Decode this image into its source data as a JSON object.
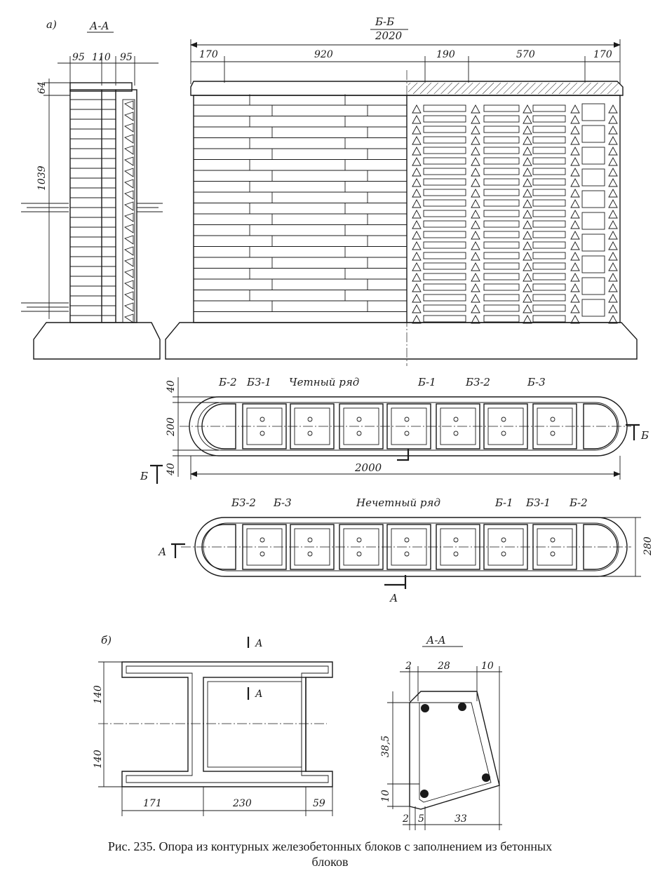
{
  "part_a": {
    "label": "a)",
    "section_aa": {
      "title": "А-А",
      "dims": {
        "w1": "95",
        "w2": "110",
        "w3": "95",
        "top": "64",
        "height": "1039"
      }
    },
    "section_bb": {
      "title": "Б-Б",
      "length": "2020",
      "dims": {
        "d1": "170",
        "d2": "920",
        "d3": "190",
        "d4": "570",
        "d5": "170"
      }
    },
    "even_row": {
      "title": "Четный ряд",
      "blocks": [
        "Б-2",
        "БЗ-1",
        "Б-1",
        "БЗ-2",
        "Б-3"
      ],
      "dims": {
        "top": "40",
        "middle": "200",
        "bottom": "40",
        "length": "2000"
      },
      "cut_marks": {
        "left": "Б",
        "right": "Б"
      }
    },
    "odd_row": {
      "title": "Нечетный ряд",
      "blocks_left": [
        "БЗ-2",
        "Б-3"
      ],
      "blocks_right": [
        "Б-1",
        "БЗ-1",
        "Б-2"
      ],
      "dims": {
        "height": "280"
      },
      "cut_marks": {
        "left": "А",
        "bottom": "А"
      }
    }
  },
  "part_b": {
    "label": "б)",
    "plan": {
      "cut_mark": "А",
      "dims": {
        "h1": "140",
        "h2": "140",
        "w1": "171",
        "w2": "230",
        "w3": "59"
      }
    },
    "section": {
      "title": "А-А",
      "dims": {
        "top1": "2",
        "top2": "28",
        "top3": "10",
        "height1": "38,5",
        "height2": "10",
        "bot1": "2",
        "bot2": "5",
        "bot3": "33"
      }
    }
  },
  "caption": {
    "line1": "Рис. 235. Опора из контурных железобетонных блоков с заполнением из бетонных",
    "line2": "блоков"
  }
}
